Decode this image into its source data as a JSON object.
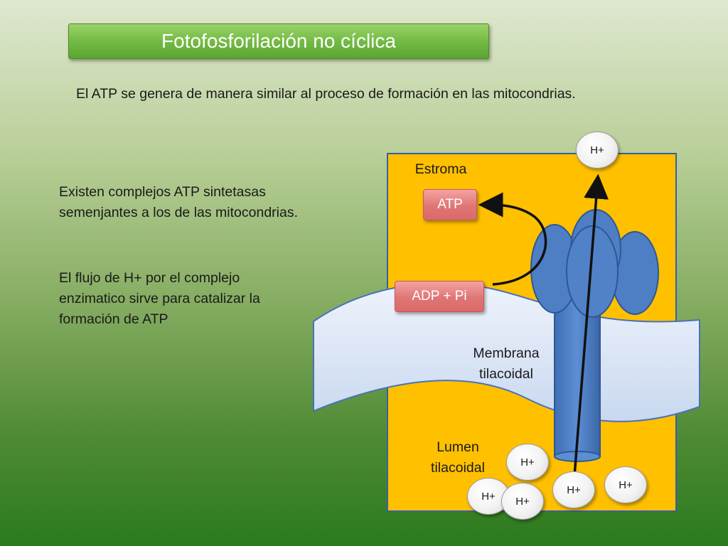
{
  "title": "Fotofosforilación  no cíclica",
  "intro": "El ATP se genera de manera similar al proceso de formación en las mitocondrias.",
  "paragraphs": [
    "Existen complejos ATP sintetasas semenjantes a los de las mitocondrias.",
    "El flujo de H+ por el complejo enzimatico sirve para catalizar la formación de ATP"
  ],
  "diagram": {
    "stroma_label": "Estroma",
    "membrane_label": "Membrana tilacoidal",
    "lumen_label": "Lumen tilacoidal",
    "atp_label": "ATP",
    "adp_label": "ADP + Pi",
    "h_ions": [
      "H+",
      "H+",
      "H+",
      "H+",
      "H+",
      "H+"
    ],
    "colors": {
      "compartment": "#ffc000",
      "membrane": "#dfe9f7",
      "enzyme": "#4e7fc4",
      "pill": "#e07575"
    }
  }
}
